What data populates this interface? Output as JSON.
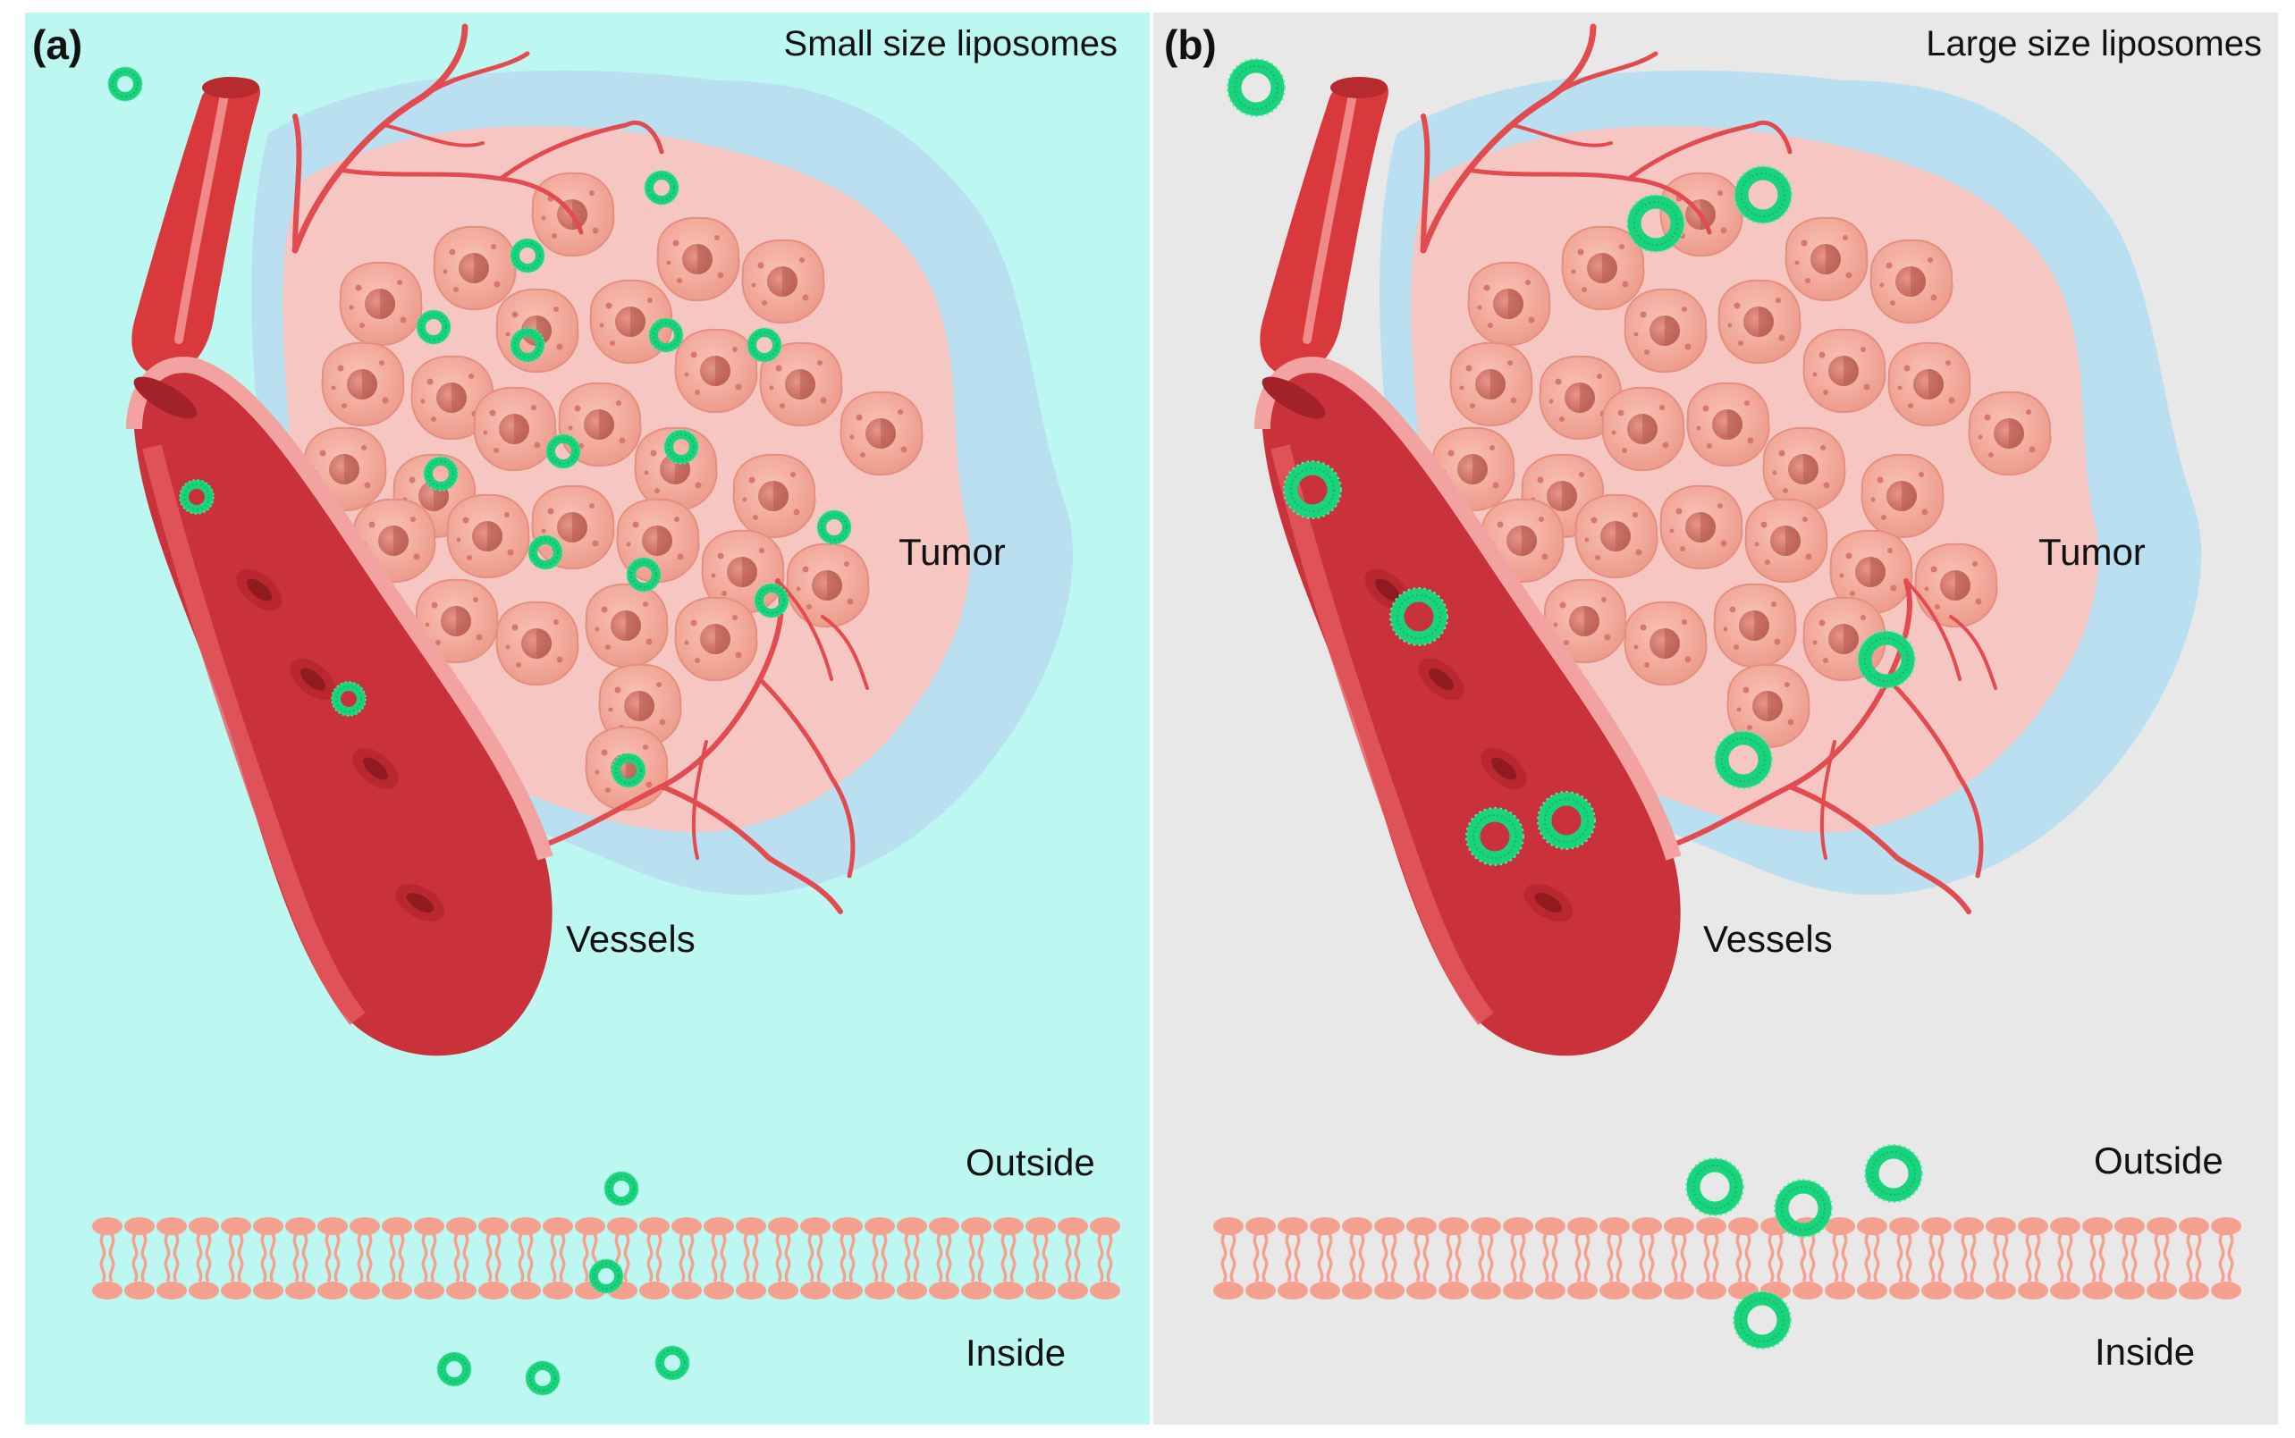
{
  "panels": [
    {
      "letter": "(a)",
      "title": "Small size liposomes",
      "background": "#bdf7f1",
      "liposome_size": "small",
      "labels": {
        "tumor": "Tumor",
        "vessels": "Vessels",
        "outside": "Outside",
        "inside": "Inside"
      }
    },
    {
      "letter": "(b)",
      "title": "Large size liposomes",
      "background": "#e8e8e8",
      "liposome_size": "large",
      "labels": {
        "tumor": "Tumor",
        "vessels": "Vessels",
        "outside": "Outside",
        "inside": "Inside"
      }
    }
  ],
  "colors": {
    "liposome": "#19d47d",
    "vessel": "#d9383d",
    "vessel_light": "#f08a8a",
    "tumor_halo_blue": "#b9dff0",
    "tumor_halo_pink": "#f6c7c2",
    "cell": "#f5a898",
    "cell_nucleus": "#d97a6c",
    "membrane": "#f7a08f"
  },
  "icons": {
    "liposome": "liposome-icon",
    "tumor_cell": "tumor-cell-icon",
    "red_blood_cell": "red-blood-cell-icon",
    "phospholipid": "phospholipid-icon"
  }
}
